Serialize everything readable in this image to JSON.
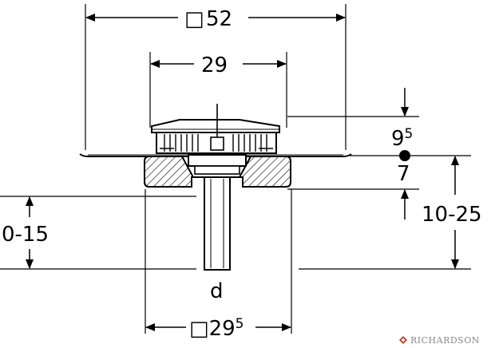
{
  "dimensions": {
    "outer_square_prefix": "□",
    "outer_value": "52",
    "flange_width": "29",
    "cover_height_main": "9",
    "cover_height_sup": "5",
    "seal_thickness": "7",
    "total_height": "10-25",
    "outlet_offset": "0-15",
    "outlet_label": "d",
    "base_square_prefix": "□",
    "base_value_main": "29",
    "base_value_sup": "5"
  },
  "watermark": {
    "text": "RICHARDSON"
  },
  "colors": {
    "line": "#000000",
    "hatch": "#000000",
    "watermark": "#8a8a8a",
    "logo_accent": "#c0392b"
  }
}
